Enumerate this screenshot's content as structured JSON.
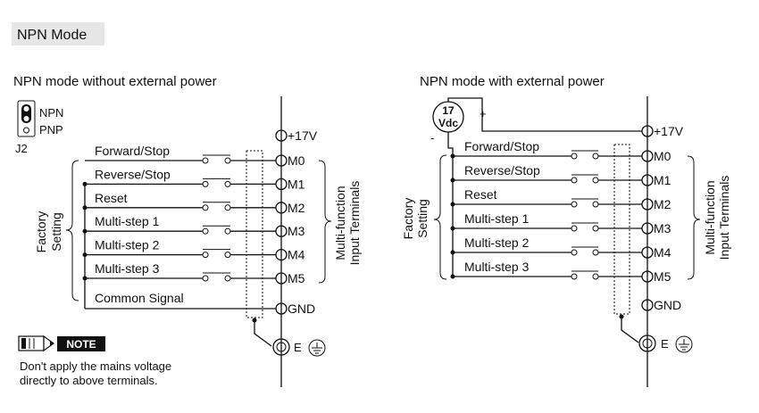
{
  "header": {
    "title": "NPN Mode"
  },
  "left": {
    "title": "NPN mode without external power",
    "jumper": {
      "opt1": "NPN",
      "opt2": "PNP",
      "name": "J2"
    },
    "power_label": "+17V",
    "inputs": [
      {
        "label": "Forward/Stop",
        "terminal": "M0"
      },
      {
        "label": "Reverse/Stop",
        "terminal": "M1"
      },
      {
        "label": "Reset",
        "terminal": "M2"
      },
      {
        "label": "Multi-step 1",
        "terminal": "M3"
      },
      {
        "label": "Multi-step 2",
        "terminal": "M4"
      },
      {
        "label": "Multi-step 3",
        "terminal": "M5"
      }
    ],
    "common": {
      "label": "Common Signal",
      "terminal": "GND"
    },
    "factory": [
      "Factory",
      "Setting"
    ],
    "multifunction": [
      "Multi-function",
      "Input Terminals"
    ],
    "earth": "E"
  },
  "right": {
    "title": "NPN mode with external power",
    "supply": {
      "line1": "17",
      "line2": "Vdc",
      "plus": "+",
      "minus": "-"
    },
    "power_label": "+17V",
    "inputs": [
      {
        "label": "Forward/Stop",
        "terminal": "M0"
      },
      {
        "label": "Reverse/Stop",
        "terminal": "M1"
      },
      {
        "label": "Reset",
        "terminal": "M2"
      },
      {
        "label": "Multi-step 1",
        "terminal": "M3"
      },
      {
        "label": "Multi-step 2",
        "terminal": "M4"
      },
      {
        "label": "Multi-step 3",
        "terminal": "M5"
      }
    ],
    "gnd": "GND",
    "factory": [
      "Factory",
      "Setting"
    ],
    "multifunction": [
      "Multi-function",
      "Input Terminals"
    ],
    "earth": "E"
  },
  "note": {
    "badge": "NOTE",
    "lines": [
      "Don't apply the mains voltage",
      "directly to above terminals."
    ]
  }
}
